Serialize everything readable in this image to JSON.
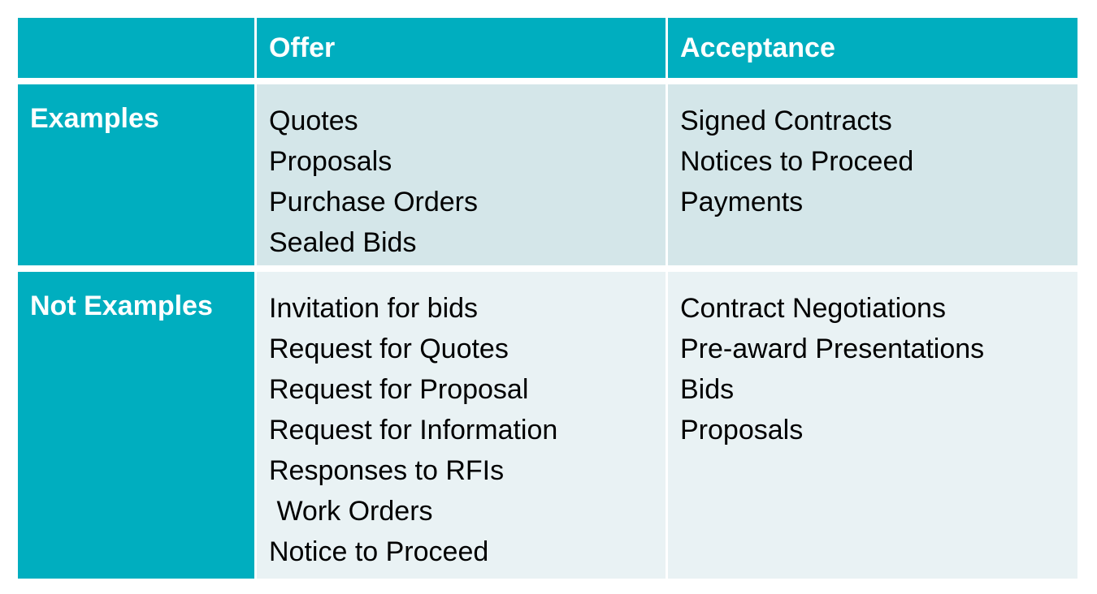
{
  "table": {
    "header": {
      "corner": "",
      "offer": "Offer",
      "acceptance": "Acceptance"
    },
    "rows": [
      {
        "label": "Examples",
        "offer": [
          "Quotes",
          "Proposals",
          "Purchase Orders",
          "Sealed Bids"
        ],
        "acceptance": [
          "Signed Contracts",
          "Notices to Proceed",
          "Payments"
        ]
      },
      {
        "label": "Not Examples",
        "offer": [
          "Invitation for bids",
          "Request for Quotes",
          "Request for Proposal",
          "Request for Information",
          "Responses to RFIs",
          " Work Orders",
          "Notice to Proceed"
        ],
        "acceptance": [
          "Contract Negotiations",
          "Pre-award Presentations",
          "Bids",
          "Proposals"
        ]
      }
    ]
  },
  "colors": {
    "header_teal": "#00aebf",
    "row_light_a": "#d4e6e9",
    "row_light_b": "#e9f2f4"
  }
}
